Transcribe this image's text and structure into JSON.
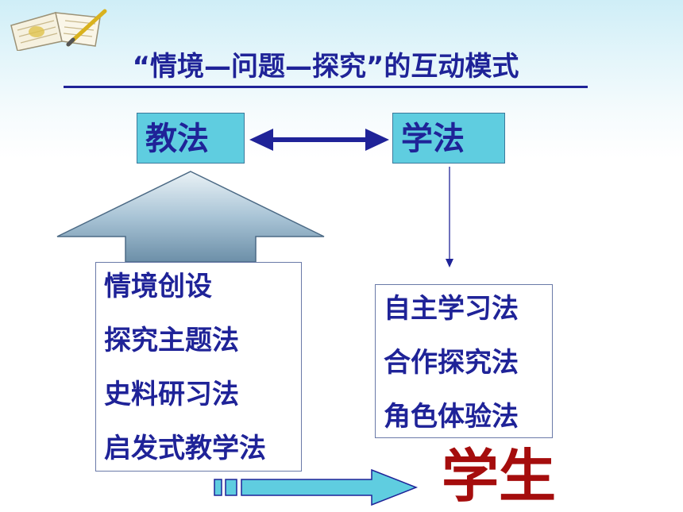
{
  "title": "“情境—问题—探究”的互动模式",
  "teaching_label": "教法",
  "learning_label": "学法",
  "teaching_methods": [
    "情境创设",
    "探究主题法",
    "史料研习法",
    "启发式教学法"
  ],
  "learning_methods": [
    "自主学习法",
    "合作探究法",
    "角色体验法"
  ],
  "target_label": "学生",
  "colors": {
    "text_blue": "#1f2398",
    "box_fill": "#5fcde0",
    "target_red": "#a50d0d",
    "arrow_fill": "#5fcde0"
  },
  "icons": [
    "notebook-icon"
  ]
}
